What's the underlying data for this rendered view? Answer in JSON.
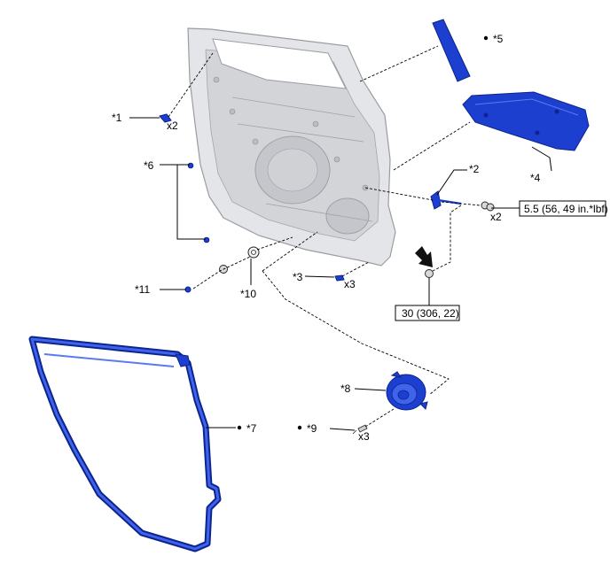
{
  "labels": {
    "p1": "*1",
    "p2": "*2",
    "p3": "*3",
    "p4": "*4",
    "p5": "*5",
    "p6": "*6",
    "p7": "*7",
    "p8": "*8",
    "p9": "*9",
    "p10": "*10",
    "p11": "*11"
  },
  "quantities": {
    "q1": "x2",
    "q2": "x2",
    "q3": "x3",
    "q9": "x3"
  },
  "torques": {
    "t1": "5.5 (56, 49 in.*lbf)",
    "t2": "30 (306, 22)"
  },
  "colors": {
    "part_blue": "#1c3fd0",
    "door_gray": "#e4e5e8"
  }
}
